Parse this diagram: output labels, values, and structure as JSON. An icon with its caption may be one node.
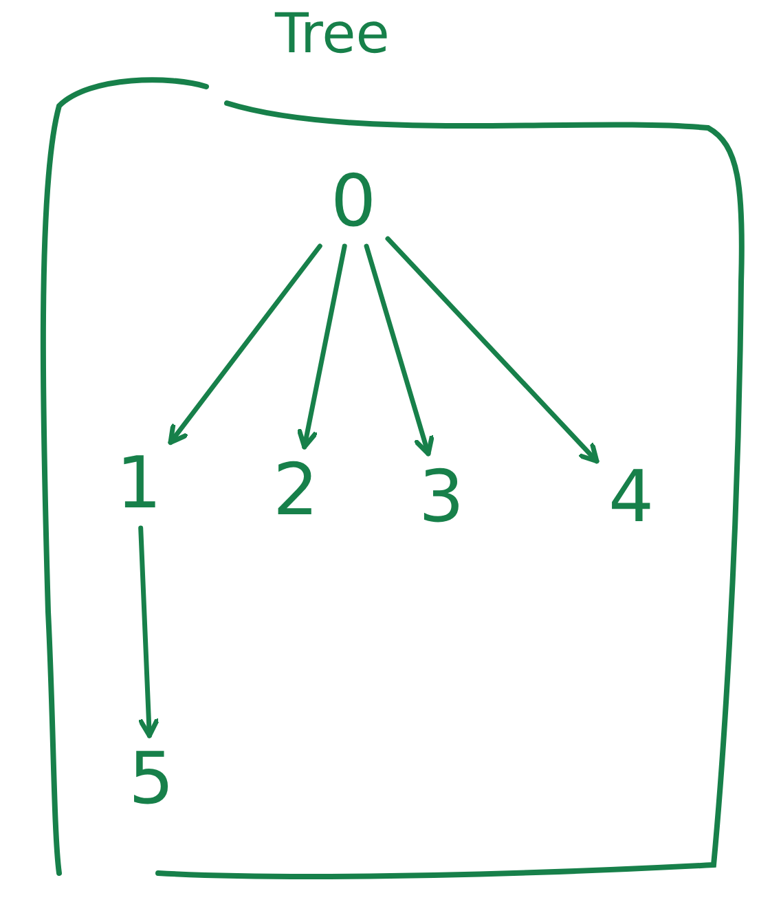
{
  "diagram": {
    "nodes": [
      {
        "text": [
          "Tree"
        ]
      },
      {
        "text": [
          "0"
        ],
        "in": 0
      },
      {
        "text": [
          "1"
        ],
        "in": 0
      },
      {
        "text": [
          "2"
        ],
        "in": 0
      },
      {
        "text": [
          "3"
        ],
        "in": 0
      },
      {
        "text": [
          "4"
        ],
        "in": 0
      },
      {
        "text": [
          "5"
        ],
        "in": 0
      }
    ],
    "edges": [
      {
        "from": 1,
        "to": 2,
        "arrow": "to"
      },
      {
        "from": 1,
        "to": 3,
        "arrow": "to"
      },
      {
        "from": 1,
        "to": 4,
        "arrow": "to"
      },
      {
        "from": 1,
        "to": 5,
        "arrow": "to"
      },
      {
        "from": 2,
        "to": 6,
        "arrow": "to"
      }
    ]
  }
}
